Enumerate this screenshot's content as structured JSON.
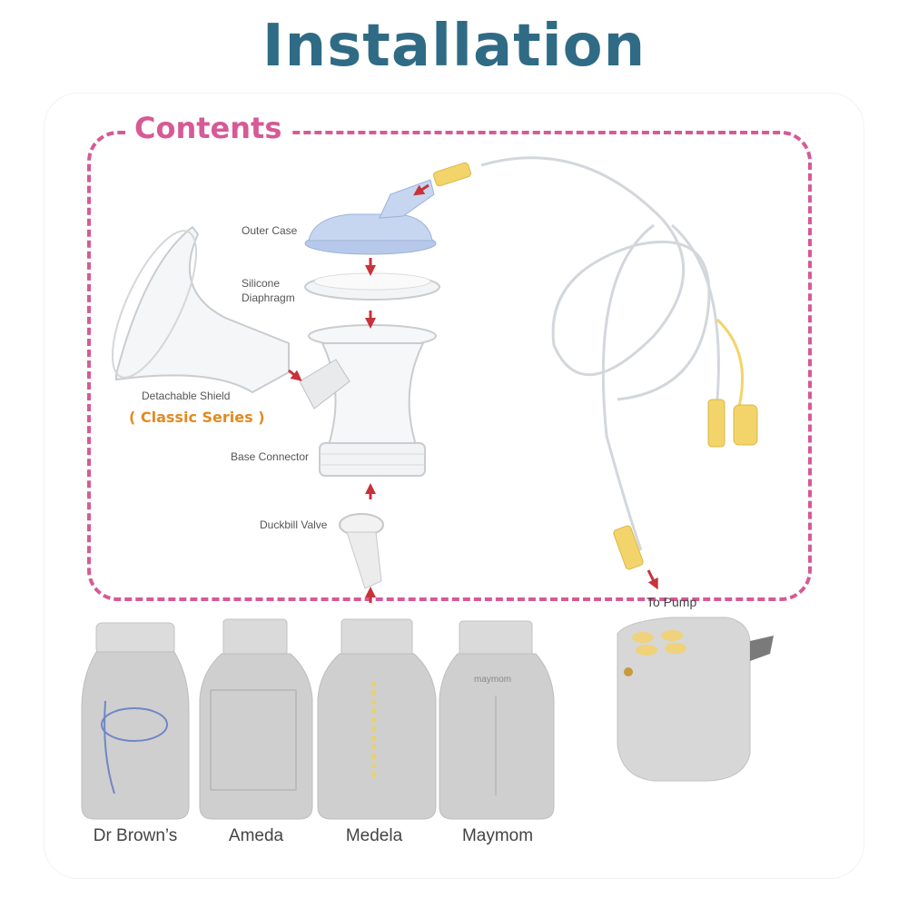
{
  "title": "Installation",
  "contents_title": "Contents",
  "parts": {
    "outer_case": "Outer Case",
    "diaphragm_line1": "Silicone",
    "diaphragm_line2": "Diaphragm",
    "shield": "Detachable Shield",
    "series": "( Classic Series )",
    "base": "Base Connector",
    "valve": "Duckbill Valve",
    "to_pump": "To Pump"
  },
  "bottles": {
    "drbrowns": "Dr Brown’s",
    "ameda": "Ameda",
    "medela": "Medela",
    "maymom": "Maymom",
    "maymom_brand": "maymom"
  },
  "colors": {
    "title": "#2f6b84",
    "accent": "#d65a96",
    "series": "#e48a1e",
    "arrow": "#c8323a",
    "tube_yellow": "#f2d46a"
  }
}
